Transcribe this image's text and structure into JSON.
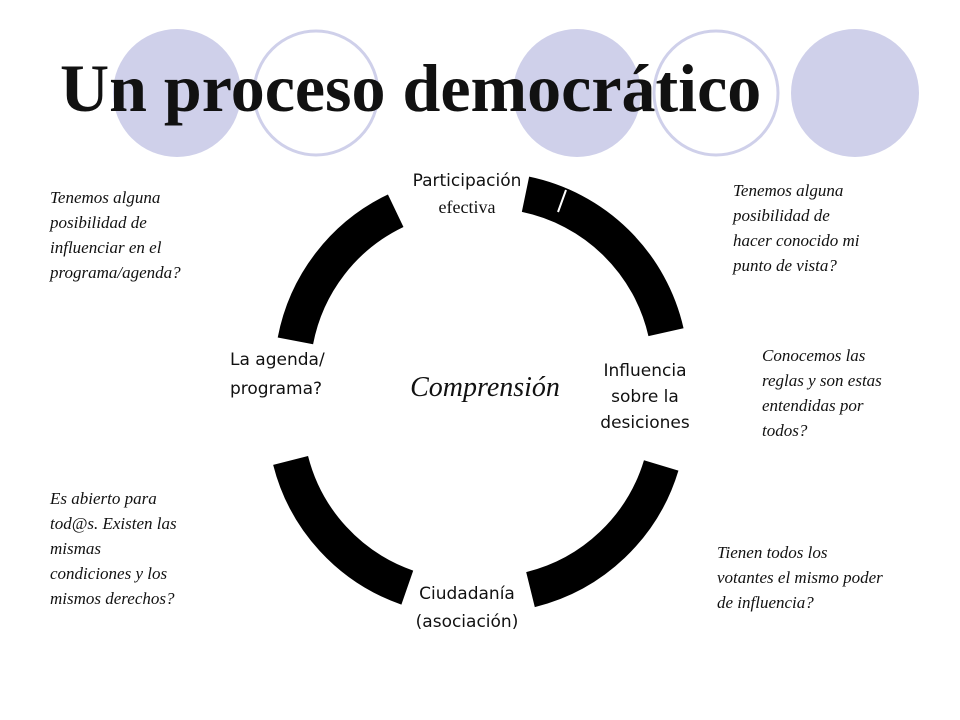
{
  "title": "Un proceso democrático",
  "colors": {
    "ring": "#000000",
    "deco_fill": "#cfd0ea",
    "deco_stroke": "#cfd0ea",
    "background": "#ffffff"
  },
  "diagram": {
    "center": "Comprensión",
    "nodes": [
      {
        "id": "participacion",
        "lines": [
          "Participación",
          "efectiva"
        ]
      },
      {
        "id": "influencia",
        "lines": [
          "Influencia",
          "sobre la",
          "desiciones"
        ]
      },
      {
        "id": "ciudadania",
        "lines": [
          "Ciudadanía",
          "(asociación)"
        ]
      },
      {
        "id": "agenda",
        "lines": [
          "La agenda/",
          "programa?"
        ]
      }
    ],
    "questions": [
      {
        "id": "top-left",
        "lines": [
          "Tenemos alguna",
          "posibilidad de",
          "influenciar en el",
          "programa/agenda?"
        ]
      },
      {
        "id": "top-right",
        "lines": [
          "Tenemos alguna",
          "posibilidad de",
          "hacer conocido mi",
          "punto de vista?"
        ]
      },
      {
        "id": "middle-right",
        "lines": [
          "Conocemos las",
          "reglas y son estas",
          "entendidas por",
          "todos?"
        ]
      },
      {
        "id": "bottom-left",
        "lines": [
          "Es abierto para",
          "tod@s. Existen las",
          "mismas",
          "condiciones y los",
          "mismos derechos?"
        ]
      },
      {
        "id": "bottom-right",
        "lines": [
          "Tienen todos los",
          "votantes el mismo poder",
          "de influencia?"
        ]
      }
    ]
  }
}
